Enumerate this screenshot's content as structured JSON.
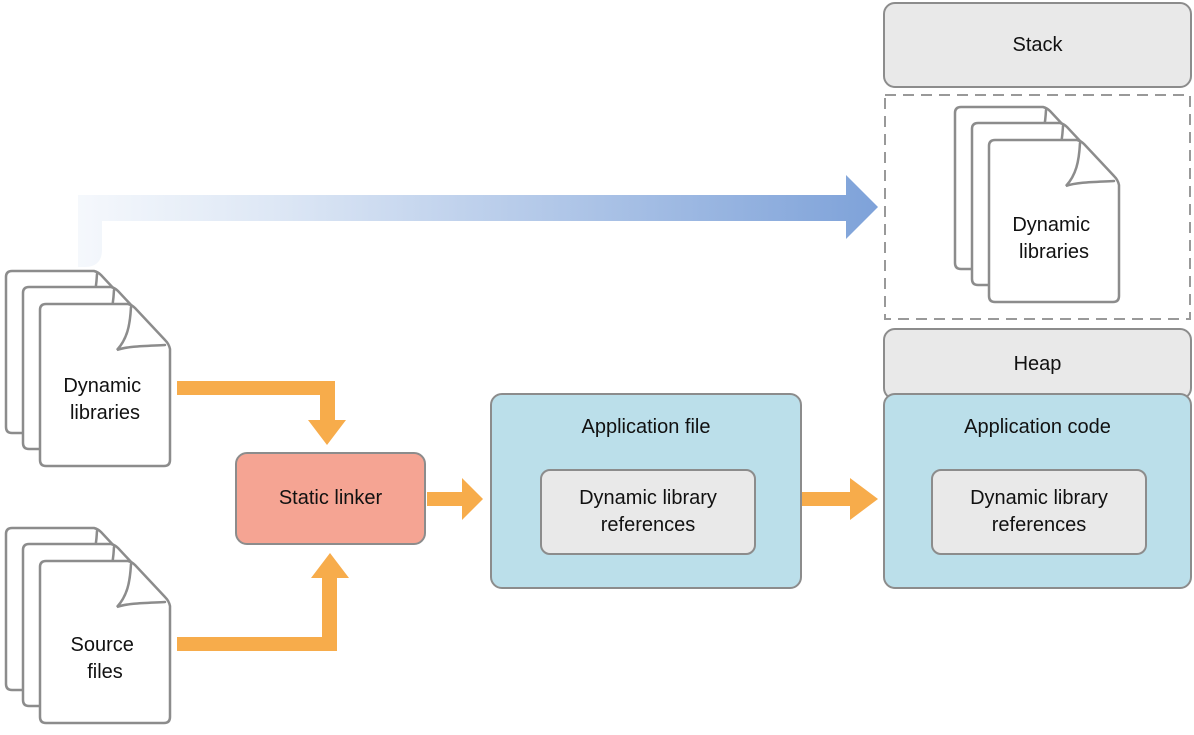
{
  "colors": {
    "box_gray_fill": "#E9E9E9",
    "box_border_gray": "#8C8C8C",
    "box_blue_fill": "#BBDFEA",
    "static_linker_fill": "#F5A493",
    "orange_arrow": "#F7AC4B",
    "blue_arrow_light": "#F5F8FC",
    "blue_arrow_dark": "#7EA2D9",
    "dashed_border": "#999999",
    "document_outline": "#8C8C8C",
    "text": "#111111"
  },
  "memory": {
    "stack_label": "Stack",
    "heap_label": "Heap",
    "loaded_libs_line1": "Dynamic",
    "loaded_libs_line2": "libraries",
    "app_code_title": "Application code",
    "app_code_inner": "Dynamic library references"
  },
  "flow": {
    "dyn_libs_line1": "Dynamic",
    "dyn_libs_line2": "libraries",
    "source_line1": "Source",
    "source_line2": "files",
    "static_linker_label": "Static linker",
    "app_file_title": "Application file",
    "app_file_inner": "Dynamic library references"
  }
}
